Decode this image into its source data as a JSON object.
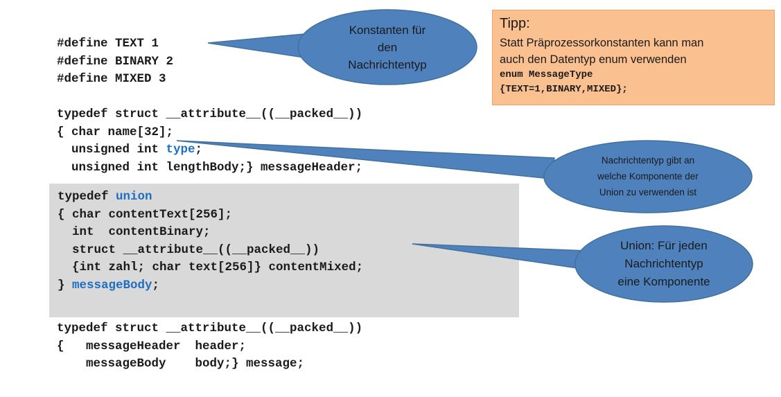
{
  "code_defines": [
    "#define TEXT 1",
    "#define BINARY 2",
    "#define MIXED 3"
  ],
  "header_struct": {
    "line1": "typedef struct __attribute__((__packed__))",
    "line2": "{ char name[32];",
    "line3_prefix": "  unsigned int ",
    "line3_kw": "type",
    "line3_suffix": ";",
    "line4": "  unsigned int lengthBody;} messageHeader;"
  },
  "union_block": {
    "line1_prefix": "typedef ",
    "line1_kw": "union",
    "line2": "{ char contentText[256];",
    "line3": "  int  contentBinary;",
    "line4": "  struct __attribute__((__packed__))",
    "line5": "  {int zahl; char text[256]} contentMixed;",
    "line6_prefix": "} ",
    "line6_kw": "messageBody",
    "line6_suffix": ";"
  },
  "message_struct": {
    "line1": "typedef struct __attribute__((__packed__))",
    "line2": "{   messageHeader  header;",
    "line3": "    messageBody    body;} message;"
  },
  "callouts": {
    "constants": [
      "Konstanten für",
      "den",
      "Nachrichtentyp"
    ],
    "type_field": [
      "Nachrichtentyp gibt an",
      "welche Komponente der",
      "Union zu verwenden ist"
    ],
    "union": [
      "Union: Für jeden",
      "Nachrichtentyp",
      "eine Komponente"
    ]
  },
  "tip": {
    "title": "Tipp:",
    "line1": "Statt Präprozessorkonstanten kann man",
    "line2": "auch den Datentyp enum verwenden",
    "code1": "enum MessageType",
    "code2": "{TEXT=1,BINARY,MIXED};"
  },
  "colors": {
    "bubble_fill": "#4f81bd",
    "bubble_stroke": "#41719c",
    "keyword": "#1f6fc0",
    "tip_fill": "#fac08f",
    "union_panel": "#d9d9d9"
  }
}
